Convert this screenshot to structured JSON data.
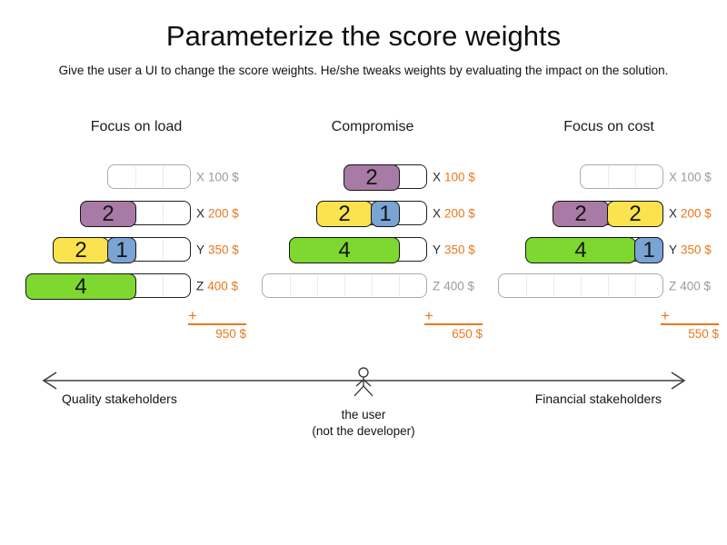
{
  "title": "Parameterize the score weights",
  "subtitle": "Give the user a UI to change the score weights. He/she tweaks weights by evaluating the impact on the solution.",
  "plus_sign": "+",
  "colors": {
    "purple": "#a87ba6",
    "yellow": "#fae34e",
    "blue": "#79a4d4",
    "green": "#7ed82f",
    "orange": "#e8781e",
    "inactive_text": "#9b9b9b",
    "active_text": "#2b2b2b"
  },
  "columns": [
    {
      "title": "Focus on load",
      "total": "950 $",
      "rows": [
        {
          "resource": "X",
          "cost": "100 $",
          "capacity": 3,
          "active": false,
          "blocks": []
        },
        {
          "resource": "X",
          "cost": "200 $",
          "capacity": 4,
          "active": true,
          "blocks": [
            {
              "value": "2",
              "size": 2,
              "color": "purple"
            }
          ]
        },
        {
          "resource": "Y",
          "cost": "350 $",
          "capacity": 5,
          "active": true,
          "blocks": [
            {
              "value": "2",
              "size": 2,
              "color": "yellow"
            },
            {
              "value": "1",
              "size": 1,
              "color": "blue"
            }
          ]
        },
        {
          "resource": "Z",
          "cost": "400 $",
          "capacity": 6,
          "active": true,
          "blocks": [
            {
              "value": "4",
              "size": 4,
              "color": "green"
            }
          ]
        }
      ]
    },
    {
      "title": "Compromise",
      "total": "650 $",
      "rows": [
        {
          "resource": "X",
          "cost": "100 $",
          "capacity": 3,
          "active": true,
          "blocks": [
            {
              "value": "2",
              "size": 2,
              "color": "purple"
            }
          ]
        },
        {
          "resource": "X",
          "cost": "200 $",
          "capacity": 4,
          "active": true,
          "blocks": [
            {
              "value": "2",
              "size": 2,
              "color": "yellow"
            },
            {
              "value": "1",
              "size": 1,
              "color": "blue"
            }
          ]
        },
        {
          "resource": "Y",
          "cost": "350 $",
          "capacity": 5,
          "active": true,
          "blocks": [
            {
              "value": "4",
              "size": 4,
              "color": "green"
            }
          ]
        },
        {
          "resource": "Z",
          "cost": "400 $",
          "capacity": 6,
          "active": false,
          "blocks": []
        }
      ]
    },
    {
      "title": "Focus on cost",
      "total": "550 $",
      "rows": [
        {
          "resource": "X",
          "cost": "100 $",
          "capacity": 3,
          "active": false,
          "blocks": []
        },
        {
          "resource": "X",
          "cost": "200 $",
          "capacity": 4,
          "active": true,
          "blocks": [
            {
              "value": "2",
              "size": 2,
              "color": "purple"
            },
            {
              "value": "2",
              "size": 2,
              "color": "yellow"
            }
          ]
        },
        {
          "resource": "Y",
          "cost": "350 $",
          "capacity": 5,
          "active": true,
          "blocks": [
            {
              "value": "4",
              "size": 4,
              "color": "green"
            },
            {
              "value": "1",
              "size": 1,
              "color": "blue"
            }
          ]
        },
        {
          "resource": "Z",
          "cost": "400 $",
          "capacity": 6,
          "active": false,
          "blocks": []
        }
      ]
    }
  ],
  "axis": {
    "left_label": "Quality stakeholders",
    "right_label": "Financial stakeholders",
    "center_label_line1": "the user",
    "center_label_line2": "(not the developer)"
  }
}
